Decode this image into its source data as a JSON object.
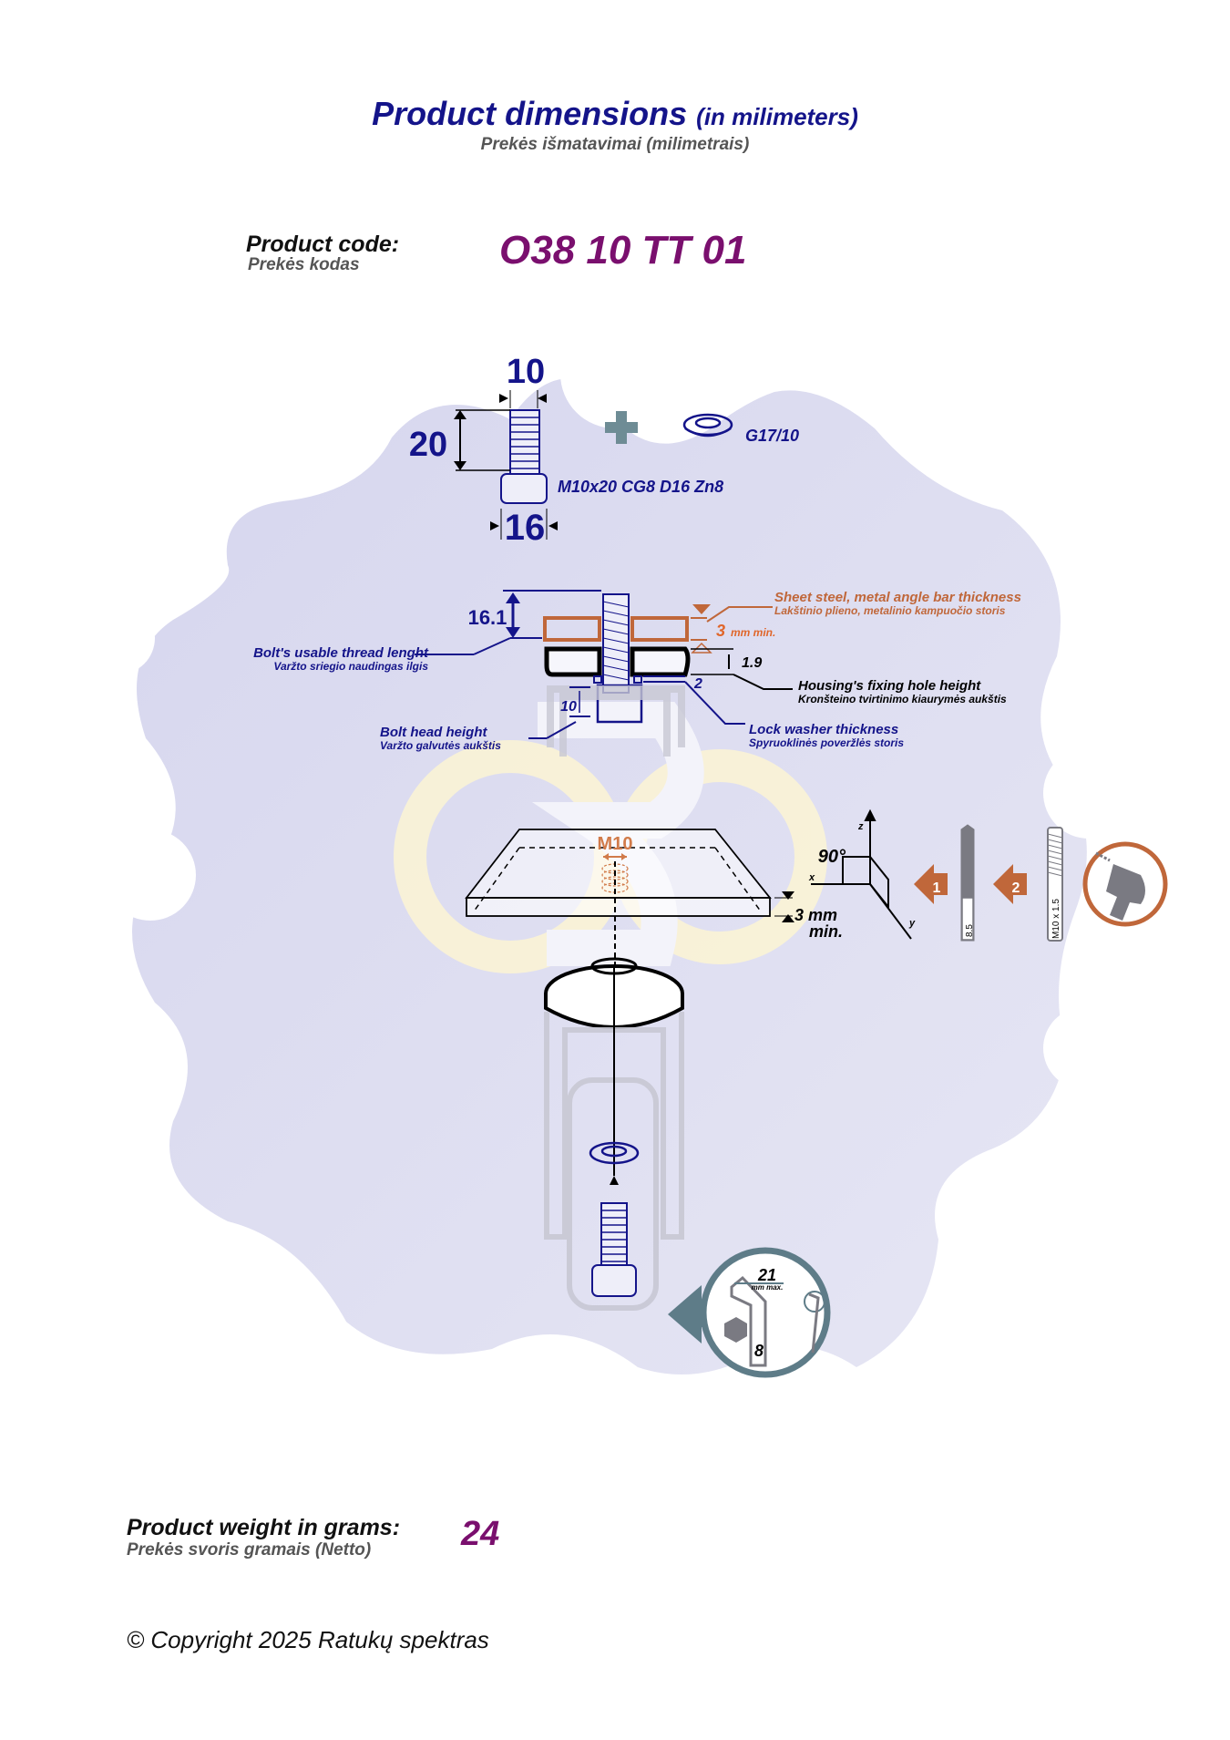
{
  "header": {
    "title": "Product dimensions",
    "title_unit": "(in milimeters)",
    "subtitle": "Prekės išmatavimai (milimetrais)"
  },
  "product_code": {
    "label": "Product code:",
    "label_lt": "Prekės kodas",
    "value": "O38 10 TT 01"
  },
  "colors": {
    "navy": "#14148a",
    "code_purple": "#7a0f6e",
    "copper": "#c0673a",
    "gray_teal": "#5e7c88",
    "background_blob": "#dcdcf0"
  },
  "bolt": {
    "diameter": "10",
    "length": "20",
    "head_diameter": "16",
    "spec": "M10x20 CG8 D16 Zn8",
    "plus_icon": "plus-icon",
    "washer_code": "G17/10"
  },
  "section": {
    "thread_length_value": "16.1",
    "thread_length_label": "Bolt's usable thread lenght",
    "thread_length_label_lt": "Varžto sriegio naudingas ilgis",
    "head_height_value": "10",
    "head_height_label": "Bolt head height",
    "head_height_label_lt": "Varžto galvutės aukštis",
    "sheet_label": "Sheet steel, metal angle bar thickness",
    "sheet_label_lt": "Lakštinio plieno, metalinio kampuočio storis",
    "sheet_value": "3",
    "sheet_unit": "mm min.",
    "housing_value": "1.9",
    "housing_label": "Housing's fixing hole height",
    "housing_label_lt": "Kronšteino tvirtinimo kiaurymės aukštis",
    "washer_value": "2",
    "washer_label": "Lock washer thickness",
    "washer_label_lt": "Spyruoklinės poveržlės storis"
  },
  "plate": {
    "thread": "M10",
    "thickness_value": "3 mm",
    "thickness_unit": "min.",
    "angle": "90°",
    "axis_x": "x",
    "axis_y": "y",
    "axis_z": "z",
    "step1": "1",
    "step2": "2",
    "drill_size": "8.5",
    "tap_size": "M10 x 1.5"
  },
  "hex_key": {
    "max_value": "21",
    "max_unit": "mm max.",
    "size": "8"
  },
  "weight": {
    "label": "Product weight in grams:",
    "label_lt": "Prekės svoris gramais (Netto)",
    "value": "24"
  },
  "footer": {
    "copyright": "© Copyright 2025 Ratukų spektras"
  }
}
